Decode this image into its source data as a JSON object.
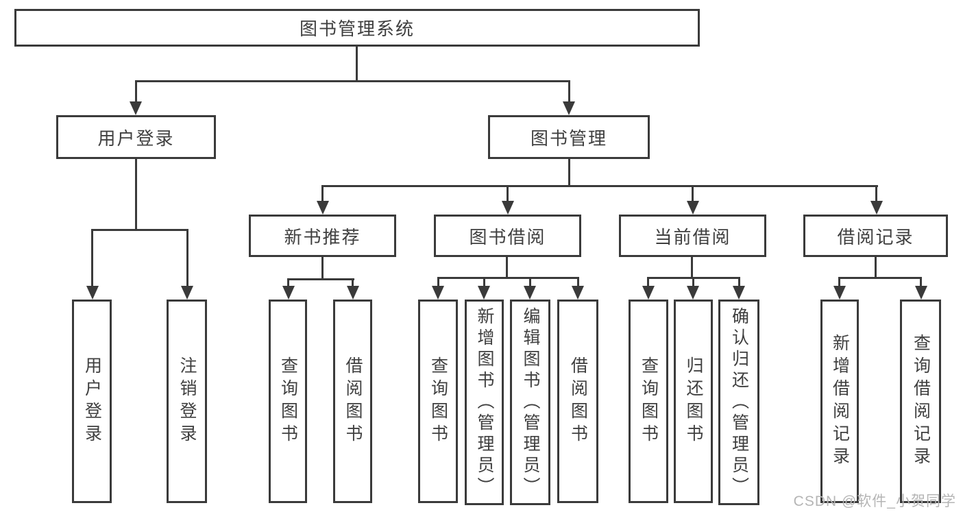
{
  "diagram": {
    "root": {
      "label": "图书管理系统"
    },
    "level2": [
      {
        "id": "user-login",
        "label": "用户登录"
      },
      {
        "id": "book-management",
        "label": "图书管理"
      }
    ],
    "level3": [
      {
        "id": "new-book-recommend",
        "label": "新书推荐"
      },
      {
        "id": "book-borrow",
        "label": "图书借阅"
      },
      {
        "id": "current-borrow",
        "label": "当前借阅"
      },
      {
        "id": "borrow-records",
        "label": "借阅记录"
      }
    ],
    "leaves": {
      "user_login": [
        {
          "label": "用户登录"
        },
        {
          "label": "注销登录"
        }
      ],
      "new_book": [
        {
          "label": "查询图书"
        },
        {
          "label": "借阅图书"
        }
      ],
      "book_borrow": [
        {
          "label": "查询图书"
        },
        {
          "label": "新增图书（管理员）"
        },
        {
          "label": "编辑图书（管理员）"
        },
        {
          "label": "借阅图书"
        }
      ],
      "current_borrow": [
        {
          "label": "查询图书"
        },
        {
          "label": "归还图书"
        },
        {
          "label": "确认归还（管理员）"
        }
      ],
      "borrow_records": [
        {
          "label": "新增借阅记录"
        },
        {
          "label": "查询借阅记录"
        }
      ]
    }
  },
  "watermark": {
    "text": "CSDN @软件_小贺同学"
  },
  "colors": {
    "line": "#3a3a3a",
    "text": "#3f3f3f",
    "background": "#ffffff",
    "watermark": "#b5b5b5"
  }
}
